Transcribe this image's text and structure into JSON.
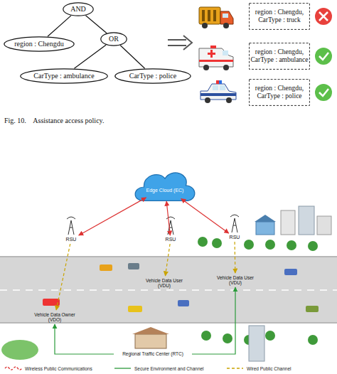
{
  "diagram": {
    "caption": "Fig. 10.    Assistance access policy.",
    "nodes": [
      {
        "text": [
          "AND"
        ]
      },
      {
        "text": [
          "region : Chengdu"
        ]
      },
      {
        "text": [
          "OR"
        ]
      },
      {
        "text": [
          "CarType : ambulance"
        ]
      },
      {
        "text": [
          "CarType : police"
        ]
      },
      {
        "text": [
          "region : Chengdu, CarType : truck"
        ]
      },
      {
        "text": [
          "region : Chengdu, CarType : ambulance"
        ]
      },
      {
        "text": [
          "region : Chengdu, CarType : police"
        ]
      },
      {
        "text": [
          "Edge Cloud (EC)"
        ]
      },
      {
        "text": [
          "RSU"
        ]
      },
      {
        "text": [
          "RSU"
        ]
      },
      {
        "text": [
          "RSU"
        ]
      },
      {
        "text": [
          "Vehicle Data Owner (VDO)"
        ]
      },
      {
        "text": [
          "Vehicle Data User (VDU)"
        ]
      },
      {
        "text": [
          "Vehicle Data User (VDU)"
        ]
      },
      {
        "text": [
          "Regional Traffic Center (RTC)"
        ]
      }
    ],
    "edges": [
      {
        "from": 0,
        "to": 1,
        "arrow": "none"
      },
      {
        "from": 0,
        "to": 2,
        "arrow": "none"
      },
      {
        "from": 2,
        "to": 3,
        "arrow": "none"
      },
      {
        "from": 2,
        "to": 4,
        "arrow": "none"
      },
      {
        "from": 8,
        "to": 9,
        "arrow": "both"
      },
      {
        "from": 8,
        "to": 10,
        "arrow": "both"
      },
      {
        "from": 8,
        "to": 11,
        "arrow": "both"
      },
      {
        "from": 9,
        "to": 12,
        "arrow": "to"
      },
      {
        "from": 10,
        "to": 13,
        "arrow": "to"
      },
      {
        "from": 11,
        "to": 14,
        "arrow": "to"
      },
      {
        "from": 15,
        "to": 12,
        "arrow": "to"
      },
      {
        "from": 15,
        "to": 14,
        "arrow": "to"
      }
    ],
    "legend": [
      {
        "text": "Wireless Public Communications"
      },
      {
        "text": "Secure Environment and Channel"
      },
      {
        "text": "Wired Public Channel"
      }
    ]
  }
}
